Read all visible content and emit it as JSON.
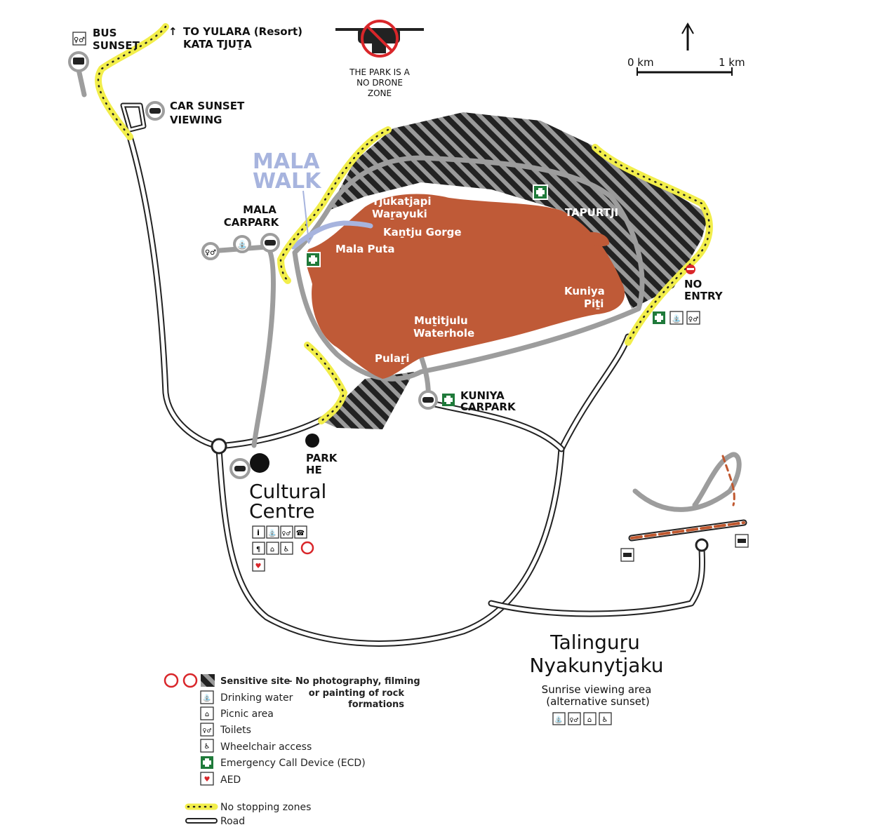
{
  "labels": {
    "bus_sunset": [
      "BUS",
      "SUNSET"
    ],
    "to_yulara": [
      "TO YULARA (Resort)",
      "KATA TJUṮA"
    ],
    "car_sunset": [
      "CAR SUNSET",
      "VIEWING"
    ],
    "drone": [
      "THE PARK IS A",
      "NO DRONE",
      "ZONE"
    ],
    "mala_walk": [
      "MALA",
      "WALK"
    ],
    "mala_carpark": [
      "MALA",
      "CARPARK"
    ],
    "tjukatjapi": [
      "Tjukatjapi",
      "Waṟayuki"
    ],
    "kantju": "Kaṉtju Gorge",
    "mala_puta": "Mala Puta",
    "tapurtji": "TAPURTJI",
    "kuniya_piti": [
      "Kuniya",
      "Piṯi"
    ],
    "mutitjulu": [
      "Muṯitjulu",
      "Waterhole"
    ],
    "pulari": "Pulaṟi",
    "no_entry": [
      "NO",
      "ENTRY"
    ],
    "kuniya_carpark": [
      "KUNIYA",
      "CARPARK"
    ],
    "park_he": [
      "PARK",
      "HE"
    ],
    "cultural_centre": [
      "Cultural",
      "Centre"
    ],
    "talinguru": [
      "Talinguṟu",
      "Nyakunytjaku"
    ],
    "sunrise": [
      "Sunrise viewing area",
      "(alternative sunset)"
    ]
  },
  "scale": {
    "start": "0 km",
    "end": "1 km"
  },
  "legend": {
    "sensitive_title": "Sensitive site",
    "sensitive_desc": [
      "– No photography, filming",
      "or painting of rock",
      "formations"
    ],
    "items": [
      {
        "icon": "drinking-water-icon",
        "label": "Drinking water"
      },
      {
        "icon": "picnic-icon",
        "label": "Picnic area"
      },
      {
        "icon": "toilets-icon",
        "label": "Toilets"
      },
      {
        "icon": "wheelchair-icon",
        "label": "Wheelchair access"
      },
      {
        "icon": "ecd-icon",
        "label": "Emergency Call Device (ECD)"
      },
      {
        "icon": "aed-icon",
        "label": "AED"
      }
    ],
    "no_stopping": "No stopping zones",
    "road": "Road"
  },
  "colors": {
    "rock": "#bf5a37",
    "no_stopping": "#f2ee4b",
    "mala_walk": "#a7b4de",
    "ecd": "#1f7a3a",
    "track": "#9d9d9d"
  }
}
